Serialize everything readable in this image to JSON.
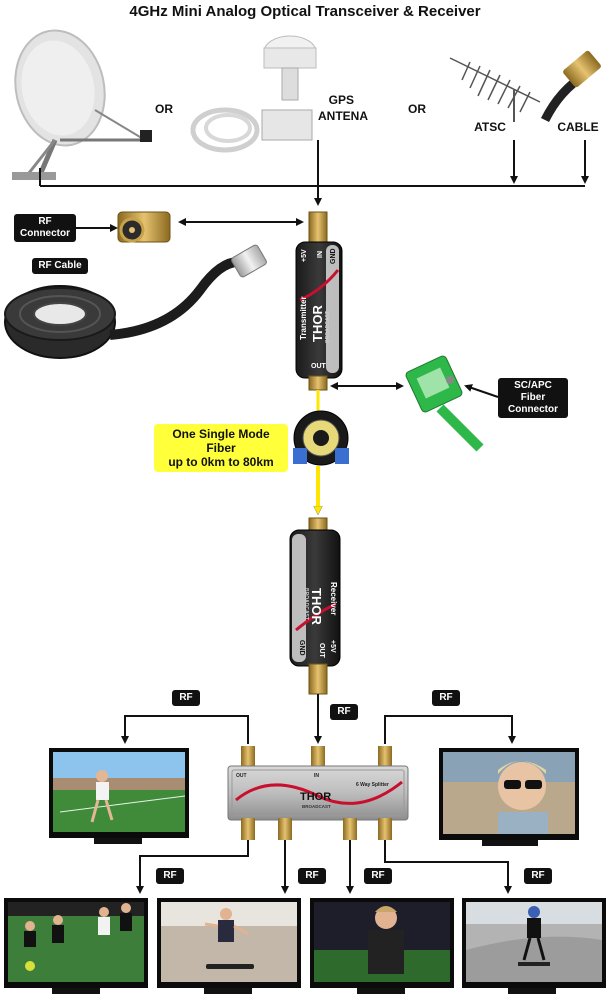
{
  "title": "4GHz Mini Analog Optical Transceiver & Receiver",
  "labels": {
    "or_left": "OR",
    "gps_antenna": "GPS\nANTENA",
    "or_right": "OR",
    "atsc": "ATSC",
    "cable": "CABLE",
    "rf_connector": "RF\nConnector",
    "rf_cable": "RF Cable",
    "sc_apc": "SC/APC\nFiber\nConnector",
    "fiber": "One Single Mode Fiber\nup to 0km to 80km",
    "rf_out": "RF",
    "rf_left": "RF",
    "rf_right": "RF",
    "rf_b1": "RF",
    "rf_b2": "RF",
    "rf_b3": "RF",
    "rf_b4": "RF"
  },
  "transmitter": {
    "brand": "THOR",
    "sub": "BROADCAST",
    "name": "Transmitter",
    "p5v": "+5V",
    "in": "IN",
    "gnd": "GND",
    "out": "OUT"
  },
  "receiver": {
    "brand": "THOR",
    "sub": "BROADCAST",
    "name": "Receiver",
    "p5v": "+5V",
    "out": "OUT",
    "gnd": "GND"
  },
  "splitter": {
    "brand": "THOR",
    "sub": "BROADCAST",
    "desc": "6 Way Splitter",
    "in": "IN",
    "out": "OUT"
  },
  "colors": {
    "brand_red": "#c8102e",
    "fiber_yellow": "#ffff3a",
    "connector_green": "#2fb84a",
    "brass": "#c8a24a"
  }
}
